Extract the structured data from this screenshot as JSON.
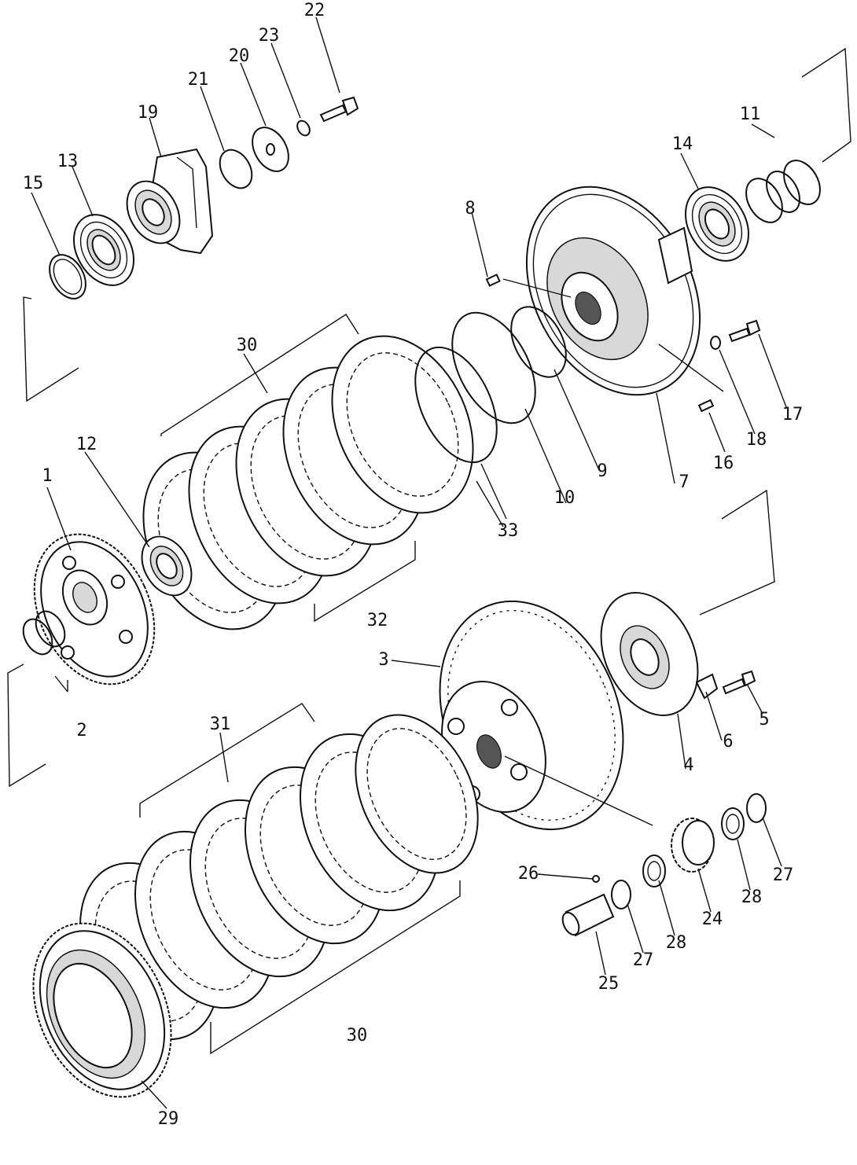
{
  "parts": [
    {
      "id": "p1",
      "label": "1",
      "name": "gear-hub"
    },
    {
      "id": "p2",
      "label": "2",
      "name": "snap-ring-pair-lower"
    },
    {
      "id": "p3",
      "label": "3",
      "name": "carrier-drum"
    },
    {
      "id": "p4",
      "label": "4",
      "name": "carrier-cover-plate"
    },
    {
      "id": "p5",
      "label": "5",
      "name": "cover-bolt"
    },
    {
      "id": "p6",
      "label": "6",
      "name": "lock-plate"
    },
    {
      "id": "p7",
      "label": "7",
      "name": "clutch-housing"
    },
    {
      "id": "p8",
      "label": "8",
      "name": "housing-pin"
    },
    {
      "id": "p9",
      "label": "9",
      "name": "seal-ring-inner"
    },
    {
      "id": "p10",
      "label": "10",
      "name": "seal-ring-outer"
    },
    {
      "id": "p11",
      "label": "11",
      "name": "seal-ring-set"
    },
    {
      "id": "p12",
      "label": "12",
      "name": "bearing-small"
    },
    {
      "id": "p13",
      "label": "13",
      "name": "bearing-left"
    },
    {
      "id": "p14",
      "label": "14",
      "name": "bearing-right"
    },
    {
      "id": "p15",
      "label": "15",
      "name": "snap-ring-left"
    },
    {
      "id": "p16",
      "label": "16",
      "name": "dowel-pin"
    },
    {
      "id": "p17",
      "label": "17",
      "name": "housing-bolt"
    },
    {
      "id": "p18",
      "label": "18",
      "name": "washer"
    },
    {
      "id": "p19",
      "label": "19",
      "name": "coupling-flange"
    },
    {
      "id": "p20",
      "label": "20",
      "name": "holder-disc"
    },
    {
      "id": "p21",
      "label": "21",
      "name": "o-ring"
    },
    {
      "id": "p22",
      "label": "22",
      "name": "holder-bolt"
    },
    {
      "id": "p23",
      "label": "23",
      "name": "lock-washer"
    },
    {
      "id": "p24",
      "label": "24",
      "name": "planet-gear"
    },
    {
      "id": "p25",
      "label": "25",
      "name": "planet-shaft"
    },
    {
      "id": "p26",
      "label": "26",
      "name": "ball"
    },
    {
      "id": "p27a",
      "label": "27",
      "name": "thrust-washer-right"
    },
    {
      "id": "p27b",
      "label": "27",
      "name": "thrust-washer-left"
    },
    {
      "id": "p28a",
      "label": "28",
      "name": "needle-bearing-right"
    },
    {
      "id": "p28b",
      "label": "28",
      "name": "needle-bearing-left"
    },
    {
      "id": "p29",
      "label": "29",
      "name": "ring-gear"
    },
    {
      "id": "p30a",
      "label": "30",
      "name": "clutch-plate-set-upper"
    },
    {
      "id": "p30b",
      "label": "30",
      "name": "clutch-plate-set-lower"
    },
    {
      "id": "p31",
      "label": "31",
      "name": "separator-plate-set"
    },
    {
      "id": "p32",
      "label": "32",
      "name": "friction-disc-set"
    },
    {
      "id": "p33",
      "label": "33",
      "name": "spring-ring"
    }
  ]
}
